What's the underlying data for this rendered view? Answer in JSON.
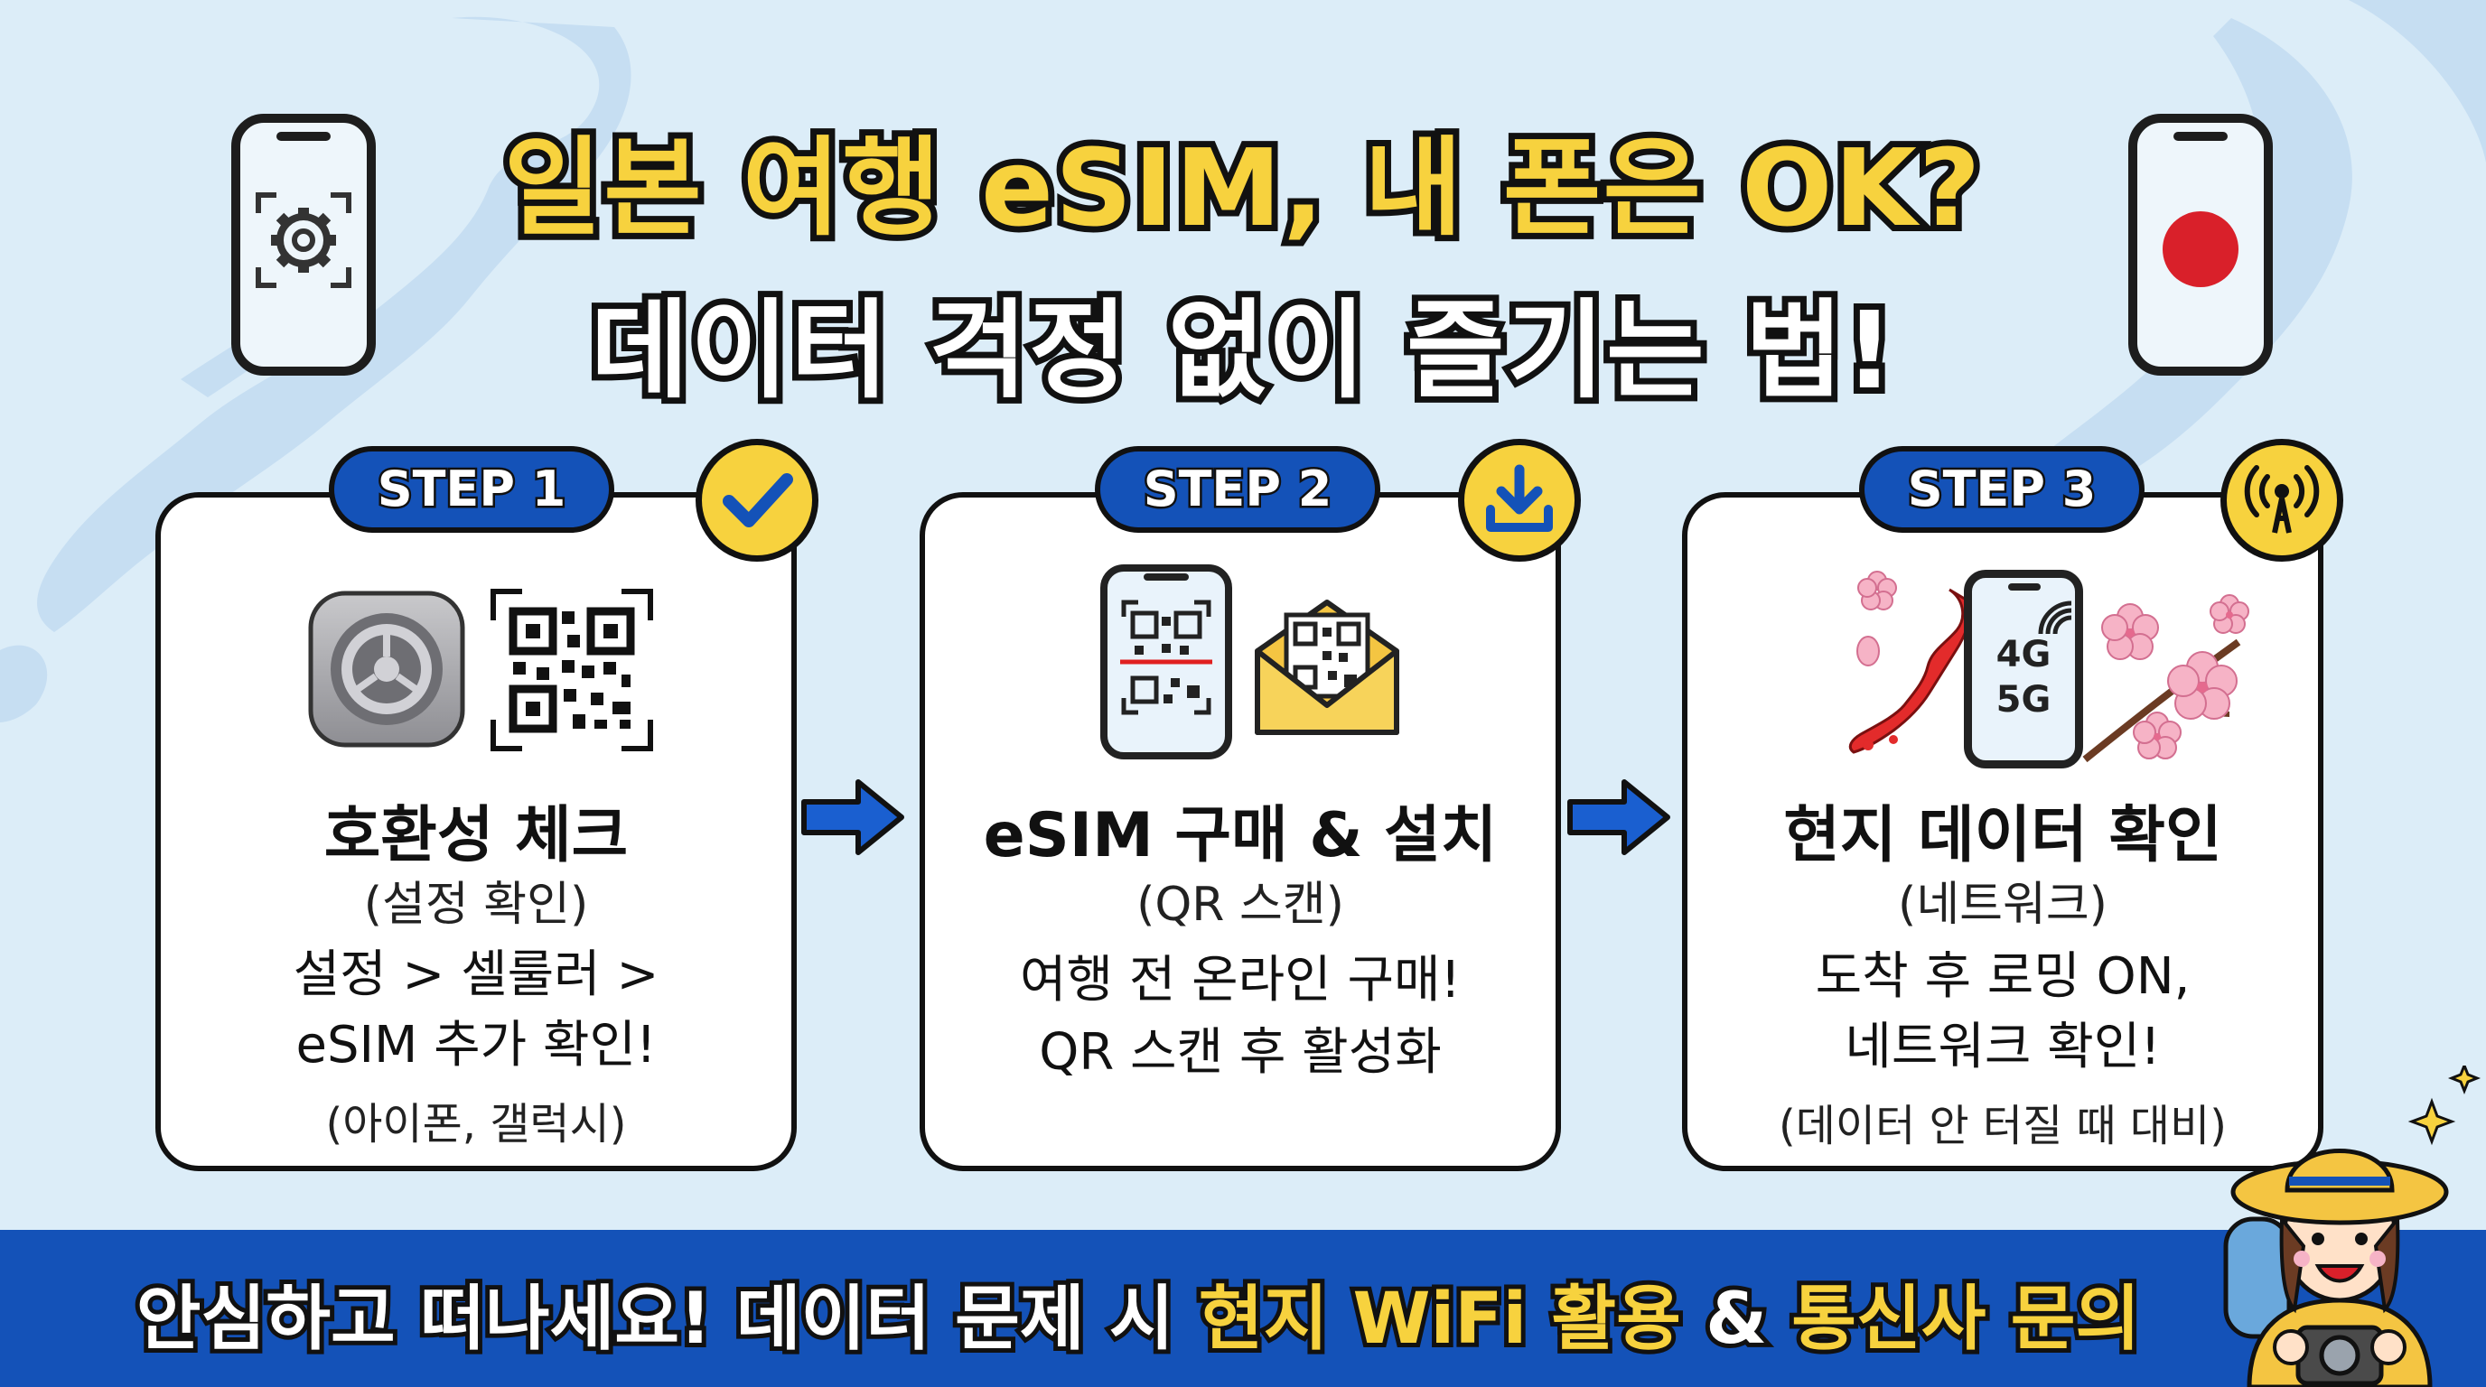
{
  "title": {
    "line1": "일본 여행 eSIM, 내 폰은 OK?",
    "line2": "데이터 걱정 없이 즐기는 법!"
  },
  "colors": {
    "accent_yellow": "#f7d23e",
    "primary_blue": "#1452b8",
    "background": "#dcedf8",
    "outline": "#111111"
  },
  "icons": {
    "left_phone": "settings-gear-icon",
    "right_phone": "japan-flag-icon",
    "step1_badge": "check-icon",
    "step2_badge": "download-icon",
    "step3_badge": "signal-broadcast-icon"
  },
  "steps": [
    {
      "label": "STEP 1",
      "title": "호환성 체크",
      "subtitle": "(설정 확인)",
      "body_line1": "설정 > 셀룰러 >",
      "body_line2": "eSIM 추가 확인!",
      "note": "(아이폰, 갤럭시)",
      "illustration": [
        "settings-app-icon",
        "qr-code-icon"
      ]
    },
    {
      "label": "STEP 2",
      "title": "eSIM 구매 & 설치",
      "subtitle": "(QR 스캔)",
      "body_line1": "여행 전 온라인 구매!",
      "body_line2": "QR 스캔 후 활성화",
      "illustration": [
        "phone-qr-scan-icon",
        "envelope-qr-icon"
      ]
    },
    {
      "label": "STEP 3",
      "title": "현지 데이터 확인",
      "subtitle": "(네트워크)",
      "body_line1": "도착 후 로밍 ON,",
      "body_line2": "네트워크 확인!",
      "note": "(데이터 안 터질 때 대비)",
      "illustration": [
        "japan-map-icon",
        "phone-network-icon",
        "cherry-blossom-icon"
      ],
      "phone_badge_line1": "4G",
      "phone_badge_line2": "5G"
    }
  ],
  "bottom": {
    "part1": "안심하고 떠나세요! 데이터 문제 시 ",
    "highlight1": "현지 WiFi 활용",
    "part2": " & ",
    "highlight2": "통신사 문의"
  }
}
